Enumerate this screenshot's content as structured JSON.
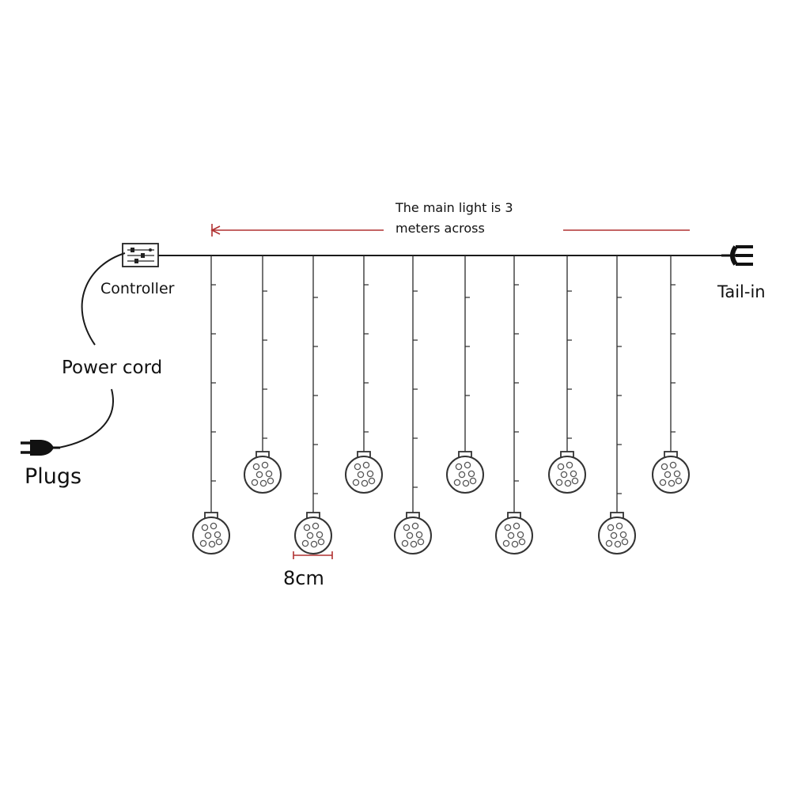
{
  "labels": {
    "main_light_line1": "The main light is 3",
    "main_light_line2": "meters across",
    "controller": "Controller",
    "tail_in": "Tail-in",
    "power_cord": "Power cord",
    "plugs": "Plugs",
    "globe_size": "8cm"
  },
  "colors": {
    "dimension_line": "#b03030",
    "wire": "#1a1a1a",
    "outline": "#333333"
  },
  "icons": {
    "controller": "controller-box-icon",
    "tail_in": "tail-plug-icon",
    "plug": "power-plug-icon",
    "globe": "globe-bulb-icon"
  }
}
